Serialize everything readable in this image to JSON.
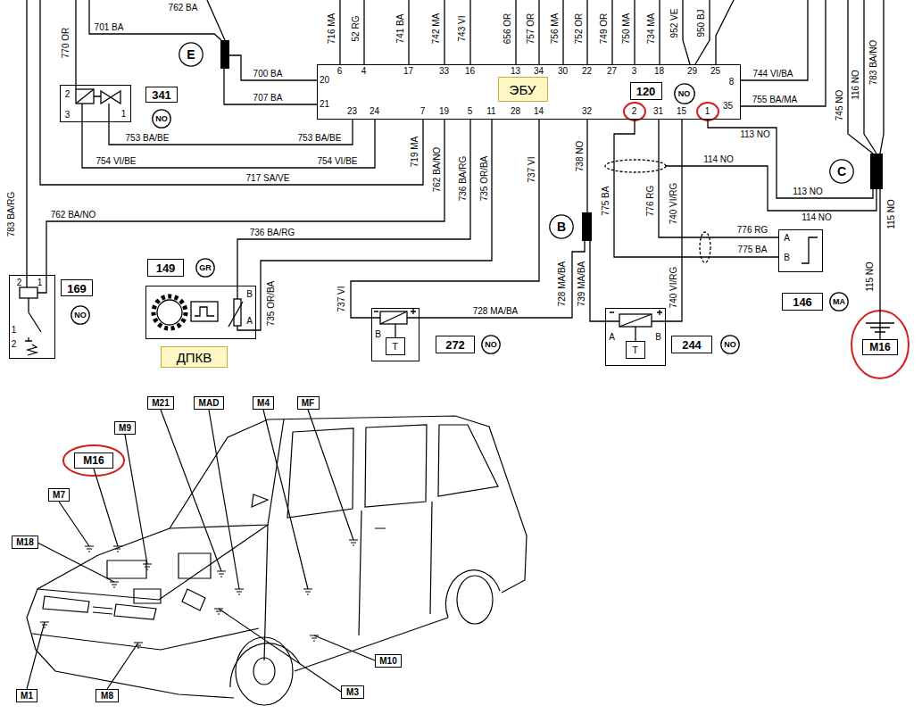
{
  "diagram": {
    "nodes": [
      {
        "text": [
          "E"
        ]
      },
      {
        "text": [
          "6",
          "4",
          "17",
          "33",
          "16",
          "13",
          "34",
          "30",
          "22",
          "27",
          "3",
          "18",
          "29",
          "25",
          "20",
          "8",
          "21",
          "35",
          "23",
          "24",
          "7",
          "19",
          "5",
          "11",
          "28",
          "14",
          "32",
          "2",
          "31",
          "15",
          "1"
        ]
      },
      {
        "text": [
          "ЭБУ"
        ],
        "in": 1
      },
      {
        "text": [
          "120"
        ],
        "in": 1
      },
      {
        "text": [
          "NO"
        ],
        "in": 1
      },
      {
        "text": [
          "2",
          "3",
          "1"
        ]
      },
      {
        "text": [
          "341"
        ]
      },
      {
        "text": [
          "NO"
        ]
      },
      {
        "text": [
          "C"
        ]
      },
      {
        "text": [
          "B"
        ]
      },
      {
        "text": [
          "A",
          "B"
        ]
      },
      {
        "text": [
          "2",
          "1",
          "1",
          "2"
        ]
      },
      {
        "text": [
          "169"
        ]
      },
      {
        "text": [
          "NO"
        ]
      },
      {
        "text": [
          "149"
        ]
      },
      {
        "text": [
          "GR"
        ]
      },
      {
        "text": [
          "B",
          "A"
        ]
      },
      {
        "text": [
          "146"
        ]
      },
      {
        "text": [
          "MA"
        ]
      },
      {
        "text": [
          "B"
        ]
      },
      {
        "text": [
          "T"
        ],
        "in": 19
      },
      {
        "text": [
          "272"
        ]
      },
      {
        "text": [
          "NO"
        ]
      },
      {
        "text": [
          "A",
          "B"
        ]
      },
      {
        "text": [
          "T"
        ],
        "in": 23
      },
      {
        "text": [
          "244"
        ]
      },
      {
        "text": [
          "NO"
        ]
      },
      {
        "text": [
          "M16"
        ]
      },
      {
        "text": [
          "ДПКВ"
        ]
      },
      {
        "text": [
          "M21"
        ]
      },
      {
        "text": [
          "MAD"
        ]
      },
      {
        "text": [
          "M4"
        ]
      },
      {
        "text": [
          "MF"
        ]
      },
      {
        "text": [
          "M9"
        ]
      },
      {
        "text": [
          "M16"
        ]
      },
      {
        "text": [
          "M7"
        ]
      },
      {
        "text": [
          "M18"
        ]
      },
      {
        "text": [
          "M10"
        ]
      },
      {
        "text": [
          "M1"
        ]
      },
      {
        "text": [
          "M8"
        ]
      },
      {
        "text": [
          "M3"
        ]
      }
    ],
    "edges": [
      {
        "from": 0,
        "to": 1,
        "label": "700 BA",
        "arrow": "none"
      },
      {
        "from": 0,
        "to": 1,
        "label": "707 BA",
        "arrow": "none"
      },
      {
        "from": 5,
        "to": 1,
        "label": "753 BA/BE",
        "arrow": "none"
      },
      {
        "from": 5,
        "to": 1,
        "label": "754 VI/BE",
        "arrow": "none"
      },
      {
        "from": 1,
        "to": 11,
        "label": "762 BA/NO",
        "arrow": "none"
      },
      {
        "from": 1,
        "to": 16,
        "label": "736 BA/RG",
        "arrow": "none"
      },
      {
        "from": 1,
        "to": 16,
        "label": "735 OR/BA",
        "arrow": "none"
      },
      {
        "from": 1,
        "to": 19,
        "label": "737 VI",
        "arrow": "none"
      },
      {
        "from": 1,
        "to": 9,
        "label": "738 NO",
        "arrow": "none"
      },
      {
        "from": 9,
        "to": 19,
        "label": "728 MA/BA",
        "arrow": "none"
      },
      {
        "from": 9,
        "to": 23,
        "label": "739 MA/BA",
        "arrow": "none"
      },
      {
        "from": 1,
        "to": 10,
        "label": "775 BA",
        "arrow": "none"
      },
      {
        "from": 1,
        "to": 10,
        "label": "776 RG",
        "arrow": "none"
      },
      {
        "from": 1,
        "to": 23,
        "label": "740 VI/RG",
        "arrow": "none"
      },
      {
        "from": 1,
        "to": 8,
        "label": "113 NO",
        "arrow": "none"
      },
      {
        "from": 8,
        "to": 27,
        "label": "115 NO",
        "arrow": "none"
      }
    ],
    "labels": [
      "762 BA",
      "701 BA",
      "770 OR",
      "716 MA",
      "52 RG",
      "741 BA",
      "742 MA",
      "743 VI",
      "656 OR",
      "757 OR",
      "756 MA",
      "752 OR",
      "749 OR",
      "750 MA",
      "734 MA",
      "952 VE",
      "950 BJ",
      "744 VI/BA",
      "755 BA/MA",
      "745 NO",
      "116 NO",
      "783 BA/NO",
      "783 BA/RG",
      "753 BA/BE",
      "754 VI/BE",
      "719 MA",
      "717 SA/VE",
      "762 BA/NO",
      "736 BA/RG",
      "735 OR/BA",
      "737 VI",
      "728 MA/BA",
      "740 VI/RG",
      "776 RG",
      "775 BA",
      "114 NO",
      "114 NO",
      "113 NO",
      "115 NO"
    ]
  }
}
